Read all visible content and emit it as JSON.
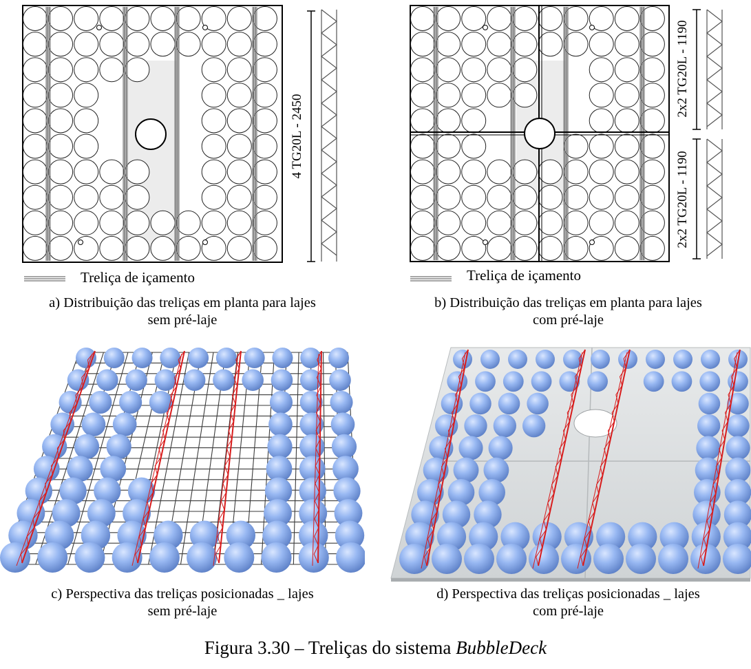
{
  "panel_a": {
    "dimension_label": "4 TG20L - 2450",
    "legend_label": "Treliça de içamento",
    "caption_line1": "a) Distribuição das treliças em planta para lajes",
    "caption_line2": "sem pré-laje"
  },
  "panel_b": {
    "dimension_label_top": "2x2 TG20L - 1190",
    "dimension_label_bottom": "2x2 TG20L - 1190",
    "legend_label": "Treliça de içamento",
    "caption_line1": "b) Distribuição das treliças em planta para lajes",
    "caption_line2": "com pré-laje"
  },
  "panel_c": {
    "caption_line1": "c) Perspectiva das treliças posicionadas _ lajes",
    "caption_line2": "sem pré-laje"
  },
  "panel_d": {
    "caption_line1": "d) Perspectiva das treliças posicionadas _ lajes",
    "caption_line2": "com pré-laje"
  },
  "figure": {
    "title_prefix": "Figura 3.30 – Treliças do sistema ",
    "title_italic": "BubbleDeck"
  },
  "colors": {
    "bubble": "#8fb3f0",
    "truss_red": "#d81c1c",
    "grid": "#333333",
    "slab": "#d9dcdd"
  }
}
